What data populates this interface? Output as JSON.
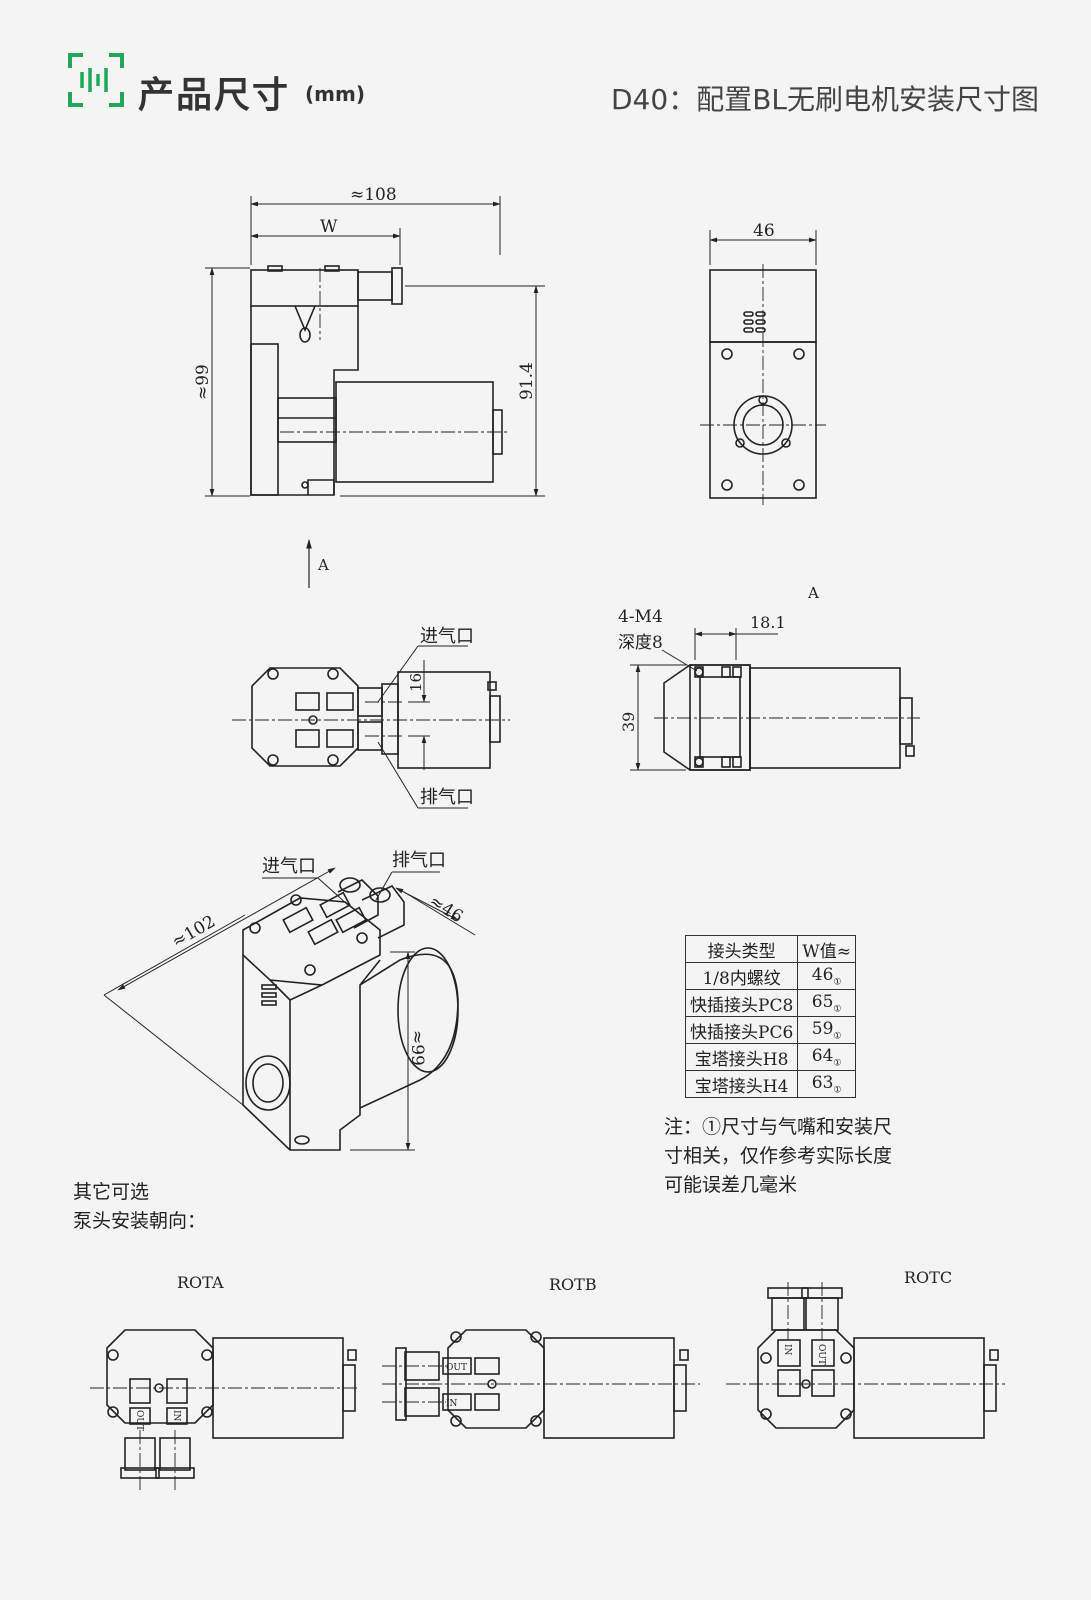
{
  "header": {
    "title": "产品尺寸",
    "unit": "(mm)",
    "subtitle": "D40：配置BL无刷电机安装尺寸图",
    "icon": "ruler-scan-icon",
    "accent_color": "#1fa85a"
  },
  "side_view": {
    "dim_total_width": "≈108",
    "dim_w": "W",
    "dim_height": "≈99",
    "dim_height2": "91.4"
  },
  "front_view": {
    "dim_width": "46"
  },
  "view_a_marker": "A",
  "top_view": {
    "inlet": "进气口",
    "outlet": "排气口",
    "dim_spacing": "16"
  },
  "view_a": {
    "label": "A",
    "thread": "4-M4",
    "depth": "深度8",
    "dim_offset": "18.1",
    "dim_height": "39"
  },
  "iso_view": {
    "inlet": "进气口",
    "outlet": "排气口",
    "dim_length": "≈102",
    "dim_width": "≈46",
    "dim_height": "≈99"
  },
  "spec_table": {
    "headers": [
      "接头类型",
      "W值≈"
    ],
    "rows": [
      {
        "type": "1/8内螺纹",
        "w": "46"
      },
      {
        "type": "快插接头PC8",
        "w": "65"
      },
      {
        "type": "快插接头PC6",
        "w": "59"
      },
      {
        "type": "宝塔接头H8",
        "w": "64"
      },
      {
        "type": "宝塔接头H4",
        "w": "63"
      }
    ],
    "circle_mark": "①"
  },
  "note": {
    "lines": [
      "注：①尺寸与气嘴和安装尺",
      "寸相关，仅作参考实际长度",
      "可能误差几毫米"
    ]
  },
  "other_options": {
    "lines": [
      "其它可选",
      "泵头安装朝向："
    ]
  },
  "orientations": {
    "rota": "ROTA",
    "rotb": "ROTB",
    "rotc": "ROTC",
    "port_in": "IN",
    "port_out": "OUT"
  }
}
